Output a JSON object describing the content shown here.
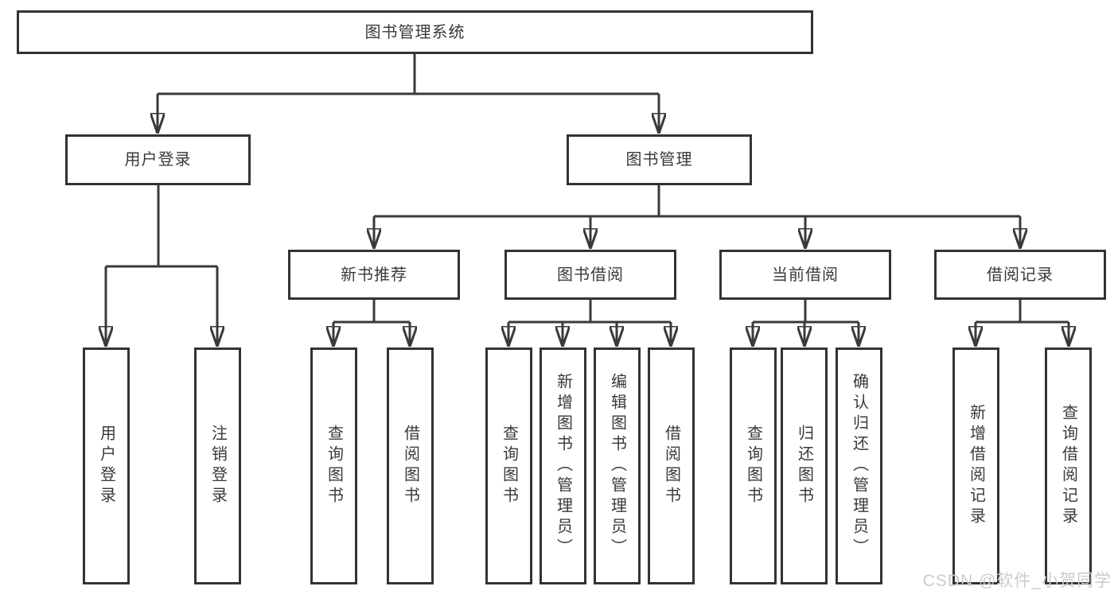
{
  "diagram": {
    "type": "hierarchy-tree",
    "background": "#ffffff",
    "line_color": "#3a3a3a",
    "box_border_color": "#333333",
    "text_color": "#3a3a3a",
    "watermark_color": "#cbcbcb"
  },
  "tree": {
    "root": "图书管理系统",
    "branches": [
      {
        "label": "用户登录",
        "leaves": [
          "用户登录",
          "注销登录"
        ]
      },
      {
        "label": "图书管理",
        "groups": [
          {
            "label": "新书推荐",
            "leaves": [
              "查询图书",
              "借阅图书"
            ]
          },
          {
            "label": "图书借阅",
            "leaves": [
              "查询图书",
              "新增图书（管理员）",
              "编辑图书（管理员）",
              "借阅图书"
            ]
          },
          {
            "label": "当前借阅",
            "leaves": [
              "查询图书",
              "归还图书",
              "确认归还（管理员）"
            ]
          },
          {
            "label": "借阅记录",
            "leaves": [
              "新增借阅记录",
              "查询借阅记录"
            ]
          }
        ]
      }
    ]
  },
  "watermark": {
    "text": "CSDN @软件_小贺同学"
  }
}
